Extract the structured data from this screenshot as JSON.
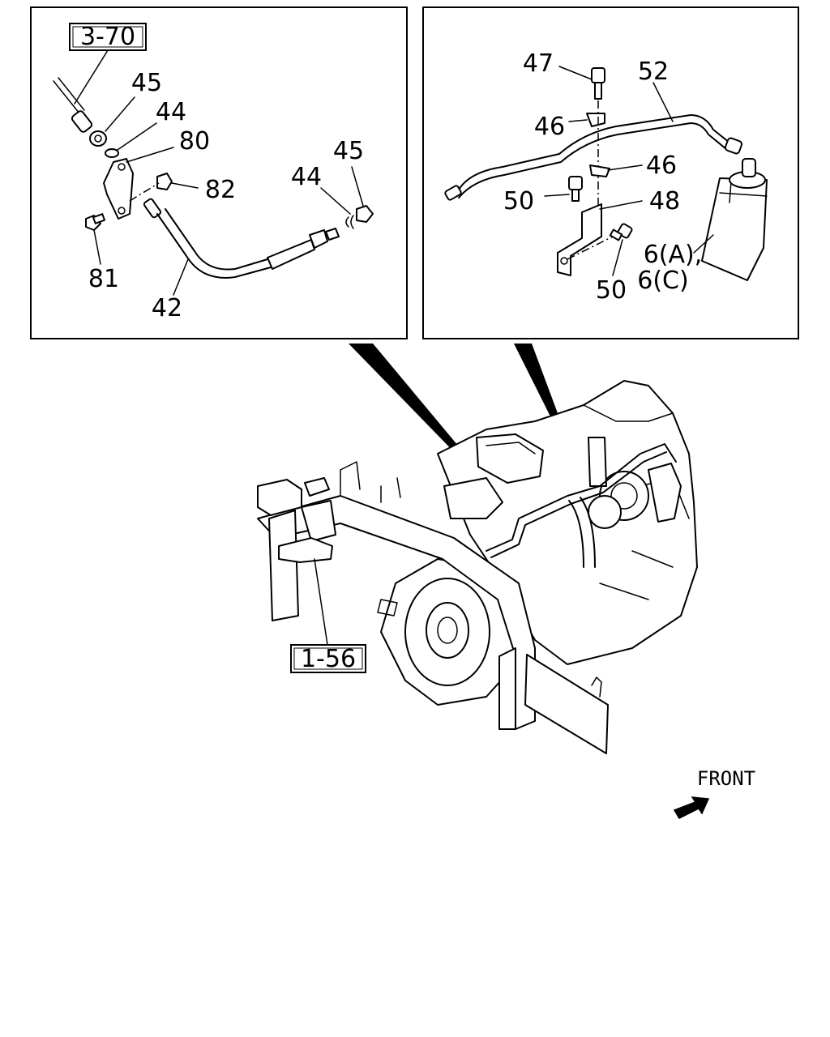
{
  "left_panel": {
    "ref_box": "3-70",
    "callouts": {
      "c45a": "45",
      "c44a": "44",
      "c80": "80",
      "c82": "82",
      "c44b": "44",
      "c45b": "45",
      "c81": "81",
      "c42": "42"
    }
  },
  "right_panel": {
    "callouts": {
      "c47": "47",
      "c52": "52",
      "c46a": "46",
      "c46b": "46",
      "c50a": "50",
      "c48": "48",
      "c6a": "6(A),",
      "c6c": "6(C)",
      "c50b": "50"
    }
  },
  "main_view": {
    "ref_box": "1-56"
  },
  "orientation": {
    "label": "FRONT",
    "arrow_icon": "front-arrow-icon"
  }
}
